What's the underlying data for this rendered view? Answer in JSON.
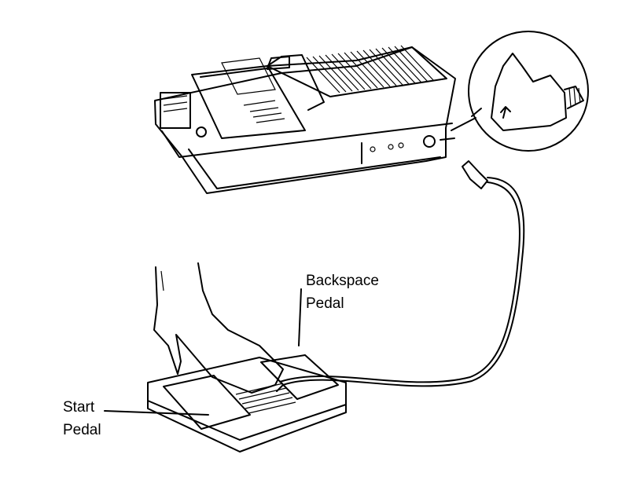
{
  "labels": {
    "backspace_pedal": {
      "line1": "Backspace",
      "line2": "Pedal"
    },
    "start_pedal": {
      "line1": "Start",
      "line2": "Pedal"
    }
  }
}
